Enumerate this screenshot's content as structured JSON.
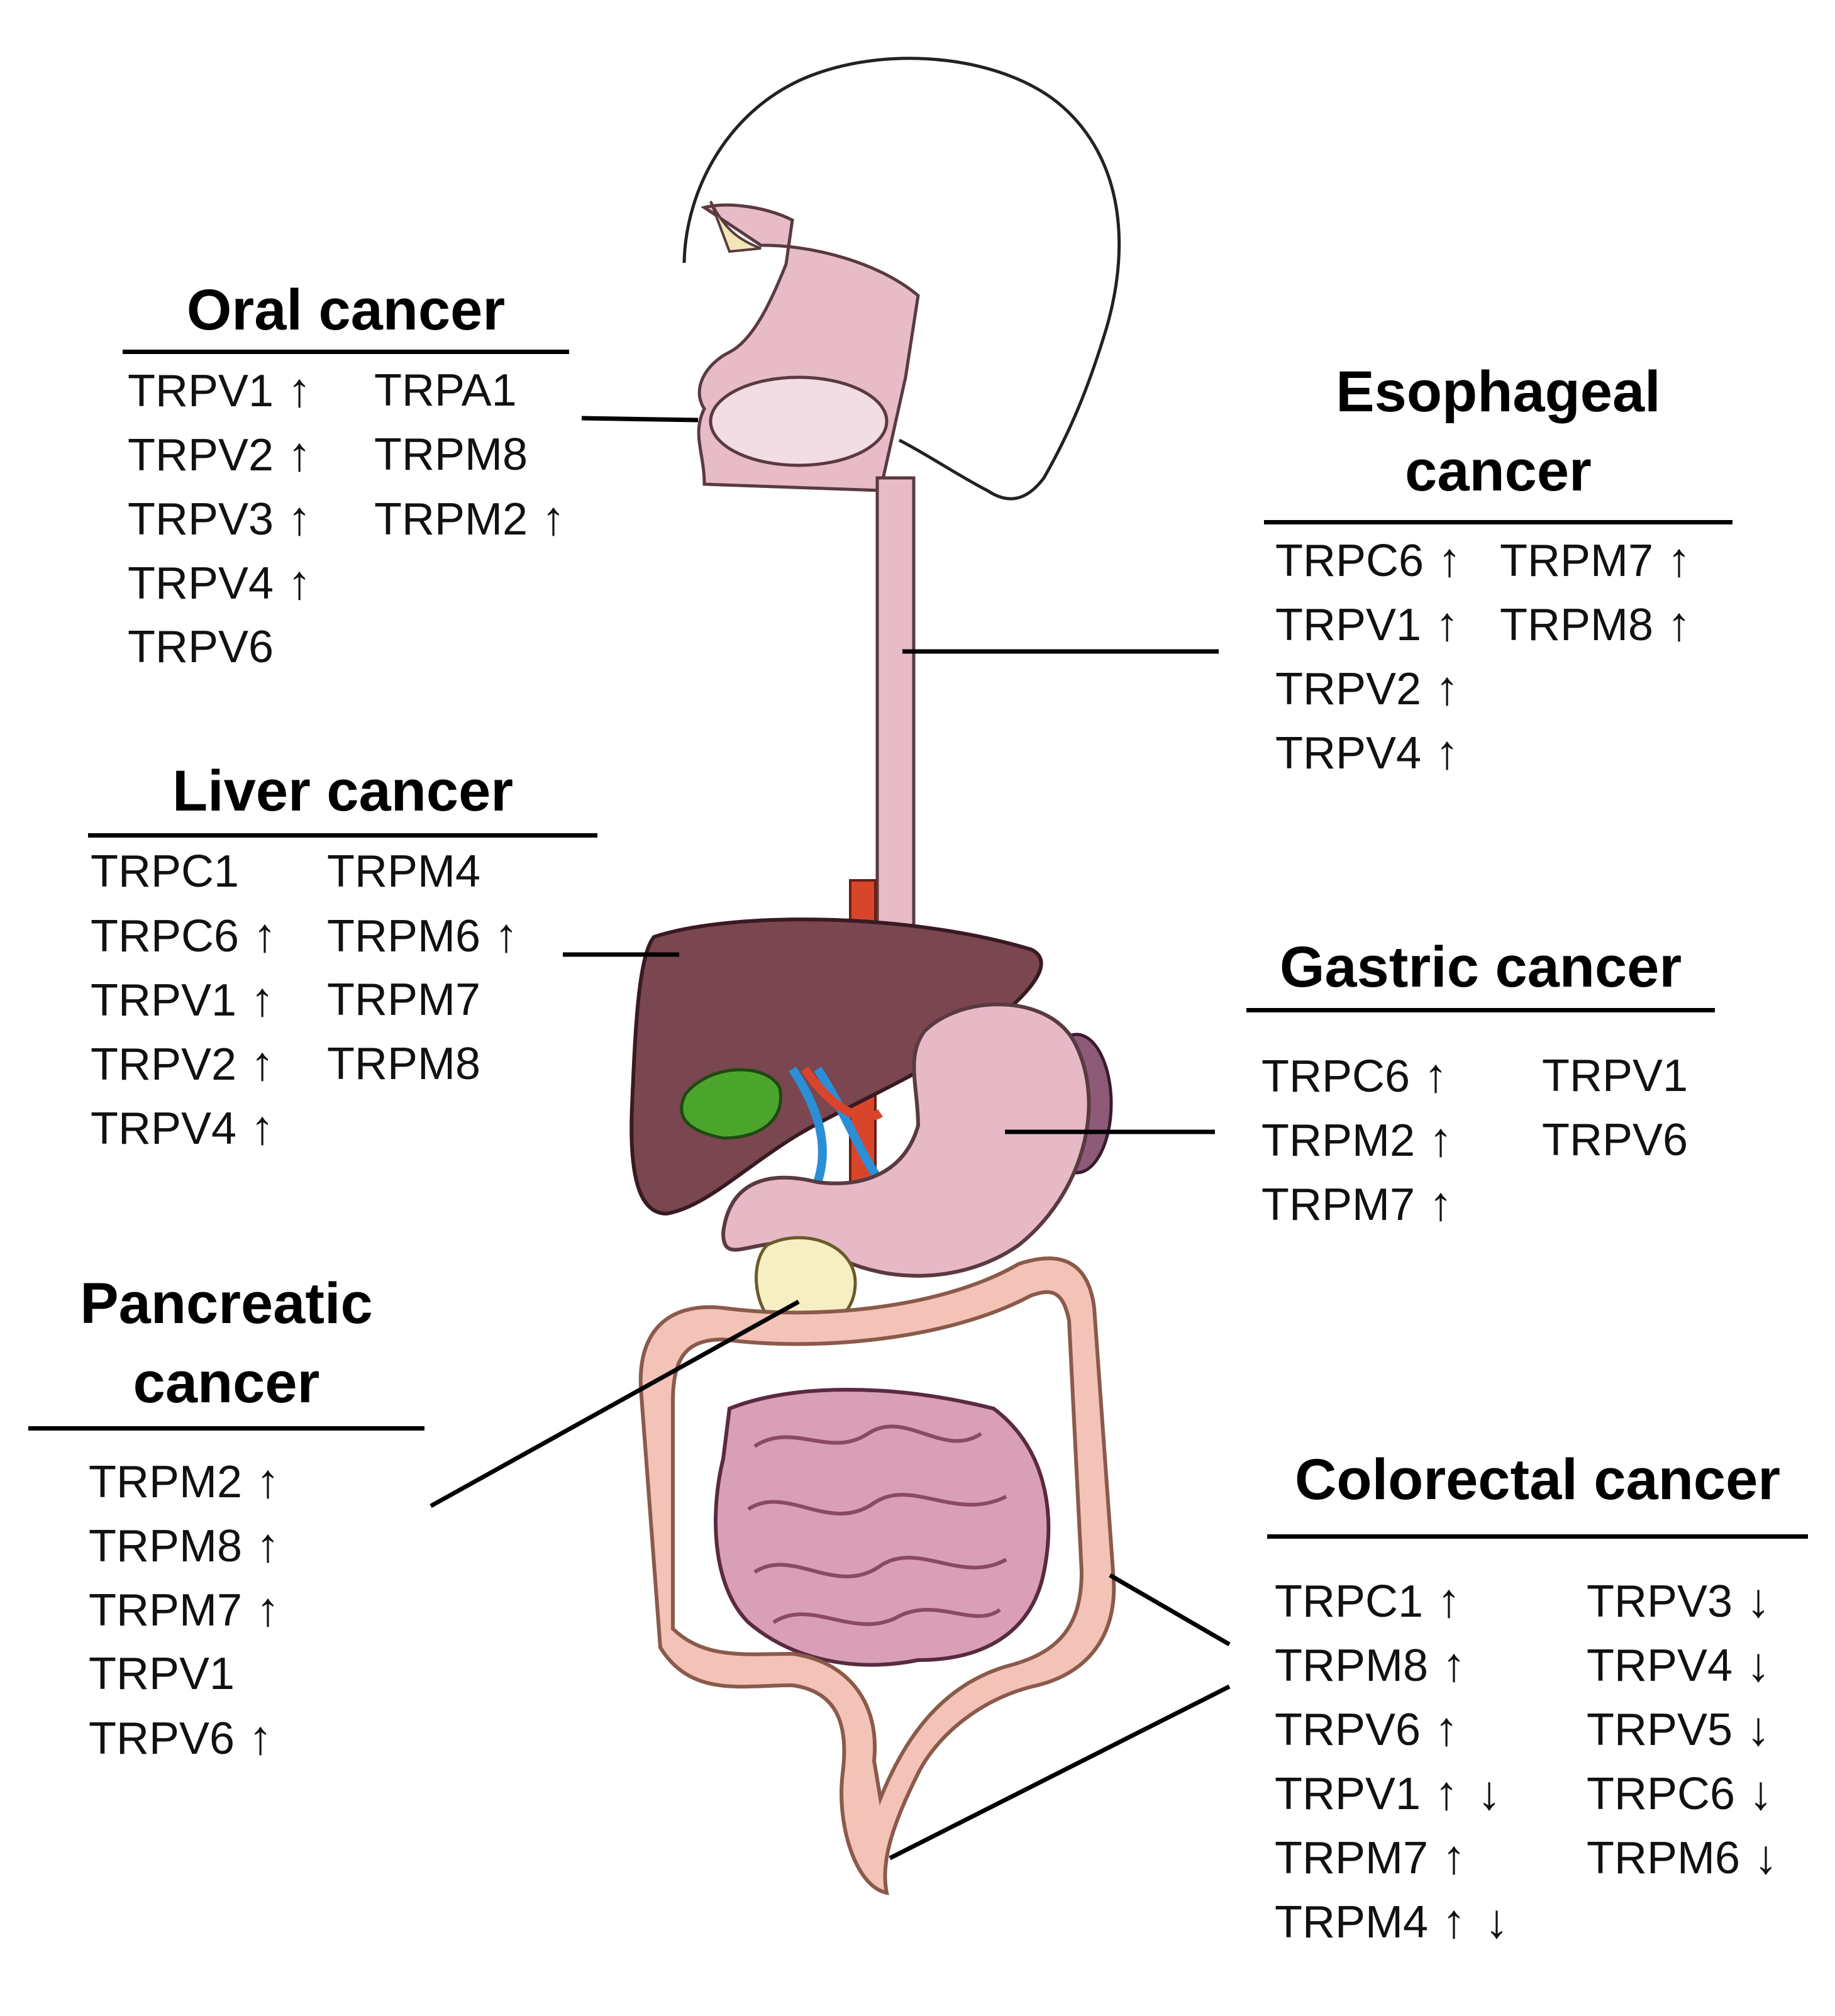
{
  "panels": [
    {
      "id": "oral",
      "title_lines": [
        "Oral cancer"
      ],
      "columns": [
        [
          {
            "gene": "TRPV1",
            "arrows": [
              "↑"
            ]
          },
          {
            "gene": "TRPV2",
            "arrows": [
              "↑"
            ]
          },
          {
            "gene": "TRPV3",
            "arrows": [
              "↑"
            ]
          },
          {
            "gene": "TRPV4",
            "arrows": [
              "↑"
            ]
          },
          {
            "gene": "TRPV6",
            "arrows": []
          }
        ],
        [
          {
            "gene": "TRPA1",
            "arrows": []
          },
          {
            "gene": "TRPM8",
            "arrows": []
          },
          {
            "gene": "TRPM2",
            "arrows": [
              "↑"
            ]
          }
        ]
      ]
    },
    {
      "id": "esophageal",
      "title_lines": [
        "Esophageal",
        "cancer"
      ],
      "columns": [
        [
          {
            "gene": "TRPC6",
            "arrows": [
              "↑"
            ]
          },
          {
            "gene": "TRPV1",
            "arrows": [
              "↑"
            ]
          },
          {
            "gene": "TRPV2",
            "arrows": [
              "↑"
            ]
          },
          {
            "gene": "TRPV4",
            "arrows": [
              "↑"
            ]
          }
        ],
        [
          {
            "gene": "TRPM7",
            "arrows": [
              "↑"
            ]
          },
          {
            "gene": "TRPM8",
            "arrows": [
              "↑"
            ]
          }
        ]
      ]
    },
    {
      "id": "liver",
      "title_lines": [
        "Liver cancer"
      ],
      "columns": [
        [
          {
            "gene": "TRPC1",
            "arrows": []
          },
          {
            "gene": "TRPC6",
            "arrows": [
              "↑"
            ]
          },
          {
            "gene": "TRPV1",
            "arrows": [
              "↑"
            ]
          },
          {
            "gene": "TRPV2",
            "arrows": [
              "↑"
            ]
          },
          {
            "gene": "TRPV4",
            "arrows": [
              "↑"
            ]
          }
        ],
        [
          {
            "gene": "TRPM4",
            "arrows": []
          },
          {
            "gene": "TRPM6",
            "arrows": [
              "↑"
            ]
          },
          {
            "gene": "TRPM7",
            "arrows": []
          },
          {
            "gene": "TRPM8",
            "arrows": []
          }
        ]
      ]
    },
    {
      "id": "gastric",
      "title_lines": [
        "Gastric cancer"
      ],
      "columns": [
        [
          {
            "gene": "TRPC6",
            "arrows": [
              "↑"
            ]
          },
          {
            "gene": "TRPM2",
            "arrows": [
              "↑"
            ]
          },
          {
            "gene": "TRPM7",
            "arrows": [
              "↑"
            ]
          }
        ],
        [
          {
            "gene": "TRPV1",
            "arrows": []
          },
          {
            "gene": "TRPV6",
            "arrows": []
          }
        ]
      ]
    },
    {
      "id": "pancreatic",
      "title_lines": [
        "Pancreatic",
        "cancer"
      ],
      "columns": [
        [
          {
            "gene": "TRPM2",
            "arrows": [
              "↑"
            ]
          },
          {
            "gene": "TRPM8",
            "arrows": [
              "↑"
            ]
          },
          {
            "gene": "TRPM7",
            "arrows": [
              "↑"
            ]
          },
          {
            "gene": "TRPV1",
            "arrows": []
          },
          {
            "gene": "TRPV6",
            "arrows": [
              "↑"
            ]
          }
        ]
      ]
    },
    {
      "id": "colorectal",
      "title_lines": [
        "Colorectal cancer"
      ],
      "columns": [
        [
          {
            "gene": "TRPC1",
            "arrows": [
              "↑"
            ]
          },
          {
            "gene": "TRPM8",
            "arrows": [
              "↑"
            ]
          },
          {
            "gene": "TRPV6",
            "arrows": [
              "↑"
            ]
          },
          {
            "gene": "TRPV1",
            "arrows": [
              "↑",
              "↓"
            ]
          },
          {
            "gene": "TRPM7",
            "arrows": [
              "↑"
            ]
          },
          {
            "gene": "TRPM4",
            "arrows": [
              "↑",
              "↓"
            ]
          }
        ],
        [
          {
            "gene": "TRPV3",
            "arrows": [
              "↓"
            ]
          },
          {
            "gene": "TRPV4",
            "arrows": [
              "↓"
            ]
          },
          {
            "gene": "TRPV5",
            "arrows": [
              "↓"
            ]
          },
          {
            "gene": "TRPC6",
            "arrows": [
              "↓"
            ]
          },
          {
            "gene": "TRPM6",
            "arrows": [
              "↓"
            ]
          }
        ]
      ]
    }
  ],
  "colors": {
    "text": "#111111",
    "leader_line": "#000000",
    "organ_pink": "#e2aebd",
    "liver": "#7a4650",
    "gallbladder": "#4ba52c",
    "artery": "#d9452b",
    "vein": "#2a8fd6",
    "colon": "#f4c3b8",
    "pancreas": "#f7efc4"
  }
}
